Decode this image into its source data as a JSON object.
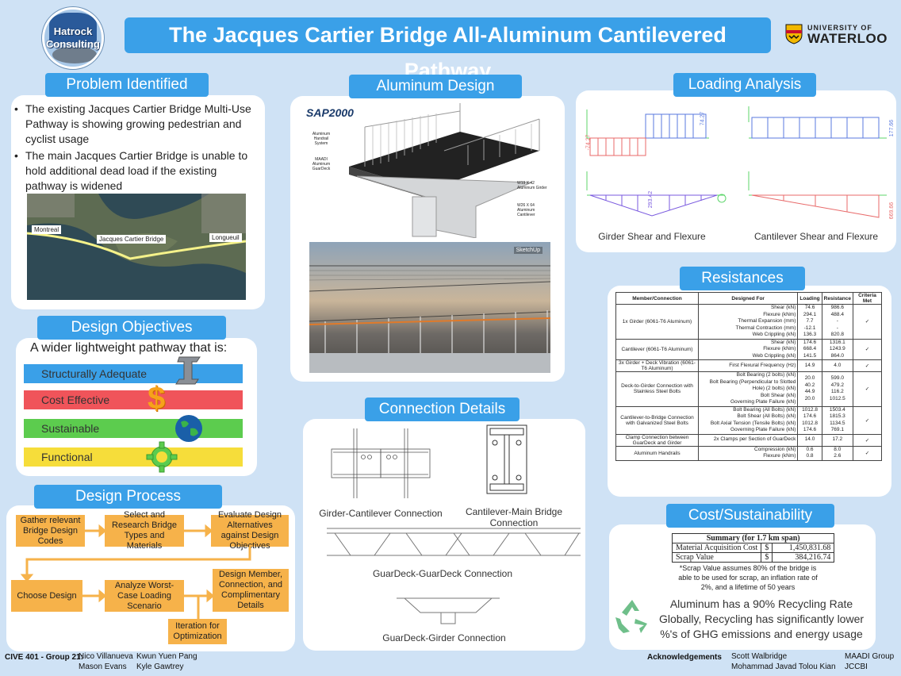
{
  "header": {
    "title": "The Jacques Cartier Bridge All-Aluminum Cantilevered Pathway",
    "logo_text": [
      "Hatrock",
      "Consulting"
    ],
    "university_line1": "UNIVERSITY OF",
    "university_line2": "WATERLOO"
  },
  "problem": {
    "heading": "Problem Identified",
    "bullets": [
      "The existing Jacques Cartier Bridge Multi-Use Pathway is showing growing pedestrian and cyclist usage",
      "The main Jacques Cartier Bridge is unable to hold additional dead load if the existing pathway is widened"
    ],
    "map_labels": [
      "Montreal",
      "Jacques Cartier Bridge",
      "Longueuil"
    ]
  },
  "objectives": {
    "heading": "Design Objectives",
    "intro": "A wider lightweight pathway that is:",
    "items": [
      {
        "label": "Structurally Adequate",
        "color": "#3aa0e8",
        "icon": "i-beam-icon"
      },
      {
        "label": "Cost Effective",
        "color": "#f0545a",
        "icon": "dollar-icon"
      },
      {
        "label": "Sustainable",
        "color": "#5ccc4e",
        "icon": "globe-icon"
      },
      {
        "label": "Functional",
        "color": "#f6dd3a",
        "icon": "gear-icon"
      }
    ]
  },
  "process": {
    "heading": "Design Process",
    "steps": [
      "Gather relevant Bridge Design Codes",
      "Select and Research Bridge Types and Materials",
      "Evaluate Design Alternatives against Design Objectives",
      "Choose Design",
      "Analyze Worst-Case Loading Scenario",
      "Design Member, Connection, and Complimentary Details",
      "Iteration for Optimization"
    ]
  },
  "aluminum": {
    "heading": "Aluminum Design",
    "sap_logo": "SAP2000",
    "labels": [
      "Aluminum Handrail System",
      "MAADI Aluminum GuarDeck",
      "W19 X 42 Aluminum Girder",
      "W26 X 64 Aluminum Cantilever"
    ],
    "sketchup": "SketchUp"
  },
  "connections": {
    "heading": "Connection Details",
    "captions": [
      "Girder-Cantilever Connection",
      "Cantilever-Main Bridge Connection",
      "GuarDeck-GuarDeck Connection",
      "GuarDeck-Girder Connection"
    ]
  },
  "loading": {
    "heading": "Loading Analysis",
    "captions": [
      "Girder Shear and Flexure",
      "Cantilever Shear and Flexure"
    ],
    "values": [
      "74.27",
      "-74.27",
      "177.66",
      "293.42",
      "669.66"
    ]
  },
  "resistances": {
    "heading": "Resistances",
    "columns": [
      "Member/Connection",
      "Designed For",
      "Loading",
      "Resistance",
      "Criteria Met"
    ],
    "rows": [
      {
        "member": "1x Girder (6061-T6 Aluminum)",
        "designed": [
          "Shear (kN)",
          "Flexure (kNm)",
          "Thermal Expansion (mm)",
          "Thermal Contraction (mm)",
          "Web Crippling (kN)"
        ],
        "loading": [
          "74.6",
          "294.1",
          "7.7",
          "-12.1",
          "136.3"
        ],
        "resistance": [
          "986.6",
          "488.4",
          "-",
          "-",
          "820.8"
        ],
        "met": "✓"
      },
      {
        "member": "Cantilever (6061-T6 Aluminum)",
        "designed": [
          "Shear (kN)",
          "Flexure (kNm)",
          "Web Crippling (kN)"
        ],
        "loading": [
          "174.6",
          "668.4",
          "141.5"
        ],
        "resistance": [
          "1316.1",
          "1243.9",
          "864.0"
        ],
        "met": "✓"
      },
      {
        "member": "3x Girder + Deck Vibration (6061-T6 Aluminum)",
        "designed": [
          "First Flexural Frequency (Hz)"
        ],
        "loading": [
          "14.9"
        ],
        "resistance": [
          "4.0"
        ],
        "met": "✓"
      },
      {
        "member": "Deck-to-Girder Connection with Stainless Steel Bolts",
        "designed": [
          "Bolt Bearing (2 bolts) (kN)",
          "Bolt Bearing (Perpendicular to Slotted Hole) (2 bolts) (kN)",
          "Bolt Shear (kN)",
          "Governing Plate Failure (kN)"
        ],
        "loading": [
          "20.0",
          "40.2",
          "44.9",
          "20.0"
        ],
        "resistance": [
          "599.0",
          "479.2",
          "116.2",
          "1012.5"
        ],
        "met": "✓"
      },
      {
        "member": "Cantilever-to-Bridge Connection with Galvanized Steel Bolts",
        "designed": [
          "Bolt Bearing (All Bolts) (kN)",
          "Bolt Shear (All Bolts) (kN)",
          "Bolt Axial Tension (Tensile Bolts) (kN)",
          "Governing Plate Failure (kN)"
        ],
        "loading": [
          "1012.8",
          "174.6",
          "1012.8",
          "174.6"
        ],
        "resistance": [
          "1503.4",
          "1815.3",
          "1134.5",
          "769.1"
        ],
        "met": "✓"
      },
      {
        "member": "Clamp Connection between GuarDeck and Girder",
        "designed": [
          "2x Clamps per Section of GuarDeck"
        ],
        "loading": [
          "14.0"
        ],
        "resistance": [
          "17.2"
        ],
        "met": "✓"
      },
      {
        "member": "Aluminum Handrails",
        "designed": [
          "Compression (kN)",
          "Flexure (kNm)"
        ],
        "loading": [
          "0.6",
          "0.8"
        ],
        "resistance": [
          "8.0",
          "2.6"
        ],
        "met": "✓"
      }
    ]
  },
  "cost": {
    "heading": "Cost/Sustainability",
    "table_title": "Summary (for 1.7 km span)",
    "rows": [
      {
        "label": "Material Acquisition Cost",
        "cur": "$",
        "value": "1,450,831.68"
      },
      {
        "label": "Scrap Value",
        "cur": "$",
        "value": "384,216.74"
      }
    ],
    "note": "*Scrap Value assumes 80% of the bridge is able to be used for scrap, an inflation rate of 2%, and a lifetime of 50 years",
    "recycling": "Aluminum has a 90% Recycling Rate Globally, Recycling has significantly lower %'s of GHG emissions and energy usage"
  },
  "footer": {
    "course": "CIVE 401 - Group 21:",
    "members_col1": [
      "Nico Villanueva",
      "Mason Evans"
    ],
    "members_col2": [
      "Kwun Yuen Pang",
      "Kyle Gawtrey"
    ],
    "ack_label": "Acknowledgements",
    "ack_col1": [
      "Scott Walbridge",
      "Mohammad Javad Tolou Kian"
    ],
    "ack_col2": [
      "MAADI Group",
      "JCCBI"
    ]
  }
}
